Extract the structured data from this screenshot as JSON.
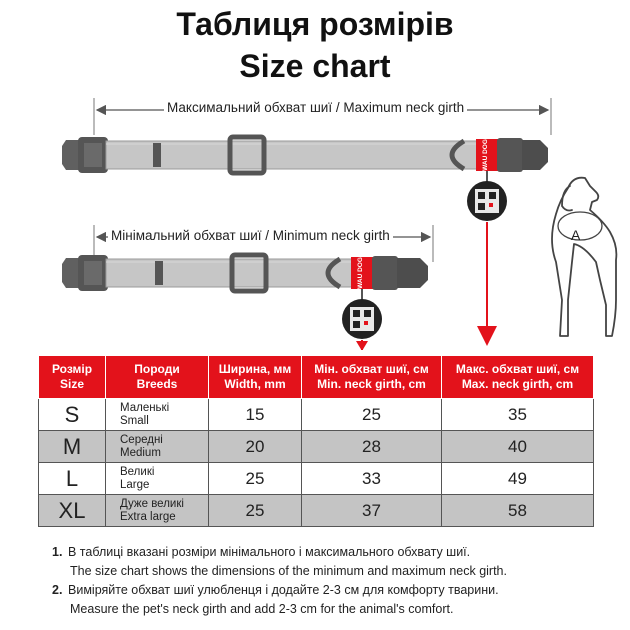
{
  "title_ua": "Таблиця розмірів",
  "title_en": "Size chart",
  "max_label": "Максимальний обхват шиї / Maximum neck girth",
  "min_label": "Мінімальний обхват шиї / Minimum neck girth",
  "tag_text": "WAU DOG",
  "dog_label": "A",
  "colors": {
    "accent": "#e3121b",
    "strap": "#c6c6c6",
    "hardware": "#555555",
    "row_shade": "#c4c4c4"
  },
  "table": {
    "headers": [
      "Розмір\nSize",
      "Породи\nBreeds",
      "Ширина, мм\nWidth, mm",
      "Мін. обхват шиї, см\nMin. neck girth, cm",
      "Макс. обхват шиї, см\nMax. neck girth, cm"
    ],
    "rows": [
      {
        "size": "S",
        "breed_ua": "Маленькі",
        "breed_en": "Small",
        "width": "15",
        "min": "25",
        "max": "35"
      },
      {
        "size": "M",
        "breed_ua": "Середні",
        "breed_en": "Medium",
        "width": "20",
        "min": "28",
        "max": "40"
      },
      {
        "size": "L",
        "breed_ua": "Великі",
        "breed_en": "Large",
        "width": "25",
        "min": "33",
        "max": "49"
      },
      {
        "size": "XL",
        "breed_ua": "Дуже великі",
        "breed_en": "Extra large",
        "width": "25",
        "min": "37",
        "max": "58"
      }
    ]
  },
  "notes": [
    {
      "num": "1.",
      "ua": "В таблиці вказані розміри мінімального і максимального  обхвату шиї.",
      "en": "The size chart shows the dimensions of the minimum and maximum neck girth."
    },
    {
      "num": "2.",
      "ua": "Виміряйте обхват шиї улюбленця і додайте 2-3 см для комфорту тварини.",
      "en": "Measure the pet's neck girth and add 2-3 cm for the animal's comfort."
    }
  ]
}
